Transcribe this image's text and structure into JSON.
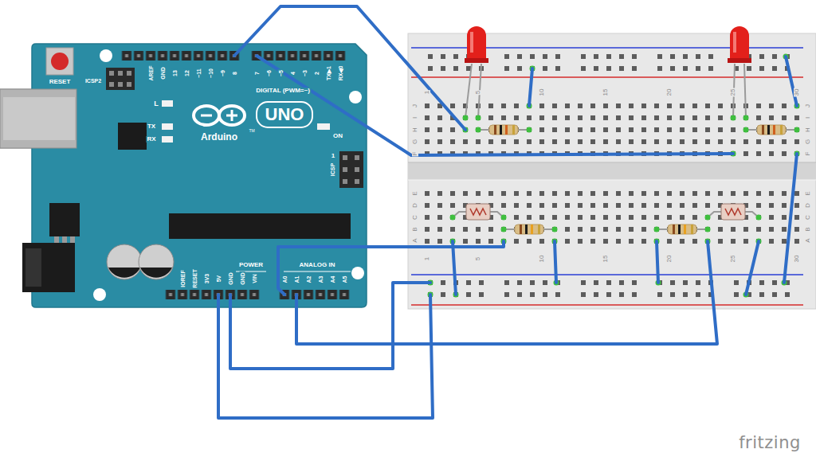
{
  "diagram": {
    "labels": [
      "RESET",
      "ICSP2",
      "AREF",
      "GND",
      "13",
      "12",
      "~11",
      "~10",
      "~9",
      "8",
      "7",
      "~6",
      "~5",
      "4",
      "~3",
      "2",
      "TX▶1",
      "RX◀0",
      "DIGITAL (PWM=~)",
      "L",
      "TX",
      "RX",
      "UNO",
      "Arduino",
      "TM",
      "ON",
      "1",
      "ICSP",
      "IOREF",
      "RESET",
      "3V3",
      "5V",
      "GND",
      "GND",
      "VIN",
      "POWER",
      "ANALOG IN",
      "A0",
      "A1",
      "A2",
      "A3",
      "A4",
      "A5",
      "J",
      "I",
      "H",
      "G",
      "F",
      "E",
      "D",
      "C",
      "B",
      "A",
      "J",
      "I",
      "H",
      "G",
      "F",
      "E",
      "D",
      "C",
      "B",
      "A",
      "1",
      "5",
      "10",
      "15",
      "20",
      "25",
      "30",
      "1",
      "5",
      "10",
      "15",
      "20",
      "25",
      "30",
      "fritzing"
    ]
  }
}
